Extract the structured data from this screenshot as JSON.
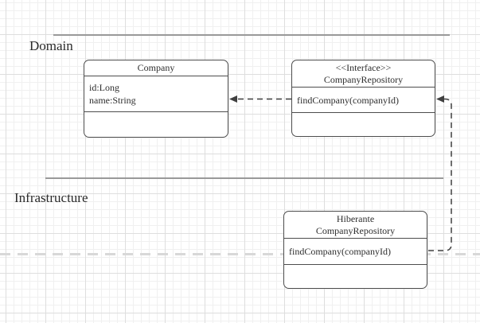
{
  "layers": {
    "domain": {
      "label": "Domain"
    },
    "infrastructure": {
      "label": "Infrastructure"
    }
  },
  "classes": {
    "company": {
      "title": "Company",
      "attributes": [
        "id:Long",
        "name:String"
      ]
    },
    "repository_interface": {
      "stereotype": "<<Interface>>",
      "title": "CompanyRepository",
      "method": "findCompany(companyId)"
    },
    "hibernate_repository": {
      "title_line1": "Hiberante",
      "title_line2": "CompanyRepository",
      "method": "findCompany(companyId)"
    }
  },
  "connectors": {
    "interface_to_company": "dashed dependency arrow from CompanyRepository interface to Company",
    "hibernate_to_interface": "dashed dependency arrow from Hiberante CompanyRepository to CompanyRepository interface"
  },
  "colors": {
    "box_border": "#4d4d4d",
    "connector": "#404040",
    "separator": "#999999",
    "page_divider": "#d8d8d8",
    "grid_minor": "#f0f0f0",
    "grid_major": "#dedede",
    "text": "#2e2e2e"
  }
}
